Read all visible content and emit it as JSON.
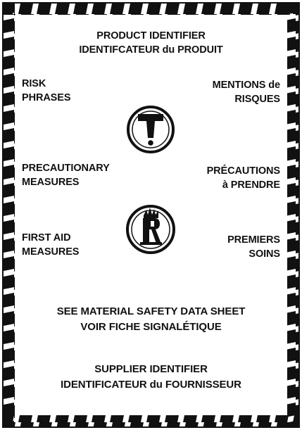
{
  "header": {
    "line1": "PRODUCT IDENTIFIER",
    "line2": "IDENTIFCATEUR du PRODUIT"
  },
  "risk": {
    "en_line1": "RISK",
    "en_line2": "PHRASES",
    "fr_line1": "MENTIONS de",
    "fr_line2": "RISQUES"
  },
  "precautionary": {
    "en_line1": "PRECAUTIONARY",
    "en_line2": "MEASURES",
    "fr_line1": "PRÉCAUTIONS",
    "fr_line2": "à PRENDRE"
  },
  "first_aid": {
    "en_line1": "FIRST AID",
    "en_line2": "MEASURES",
    "fr_line1": "PREMIERS",
    "fr_line2": "SOINS"
  },
  "msds": {
    "line1": "SEE MATERIAL SAFETY DATA SHEET",
    "line2": "VOIR FICHE SIGNALÉTIQUE"
  },
  "supplier": {
    "line1": "SUPPLIER IDENTIFIER",
    "line2": "IDENTIFICATEUR du FOURNISSEUR"
  },
  "symbols": {
    "toxic": "toxic-t-icon",
    "reactive": "flammable-reactive-icon"
  },
  "colors": {
    "ink": "#111111",
    "paper": "#ffffff"
  }
}
